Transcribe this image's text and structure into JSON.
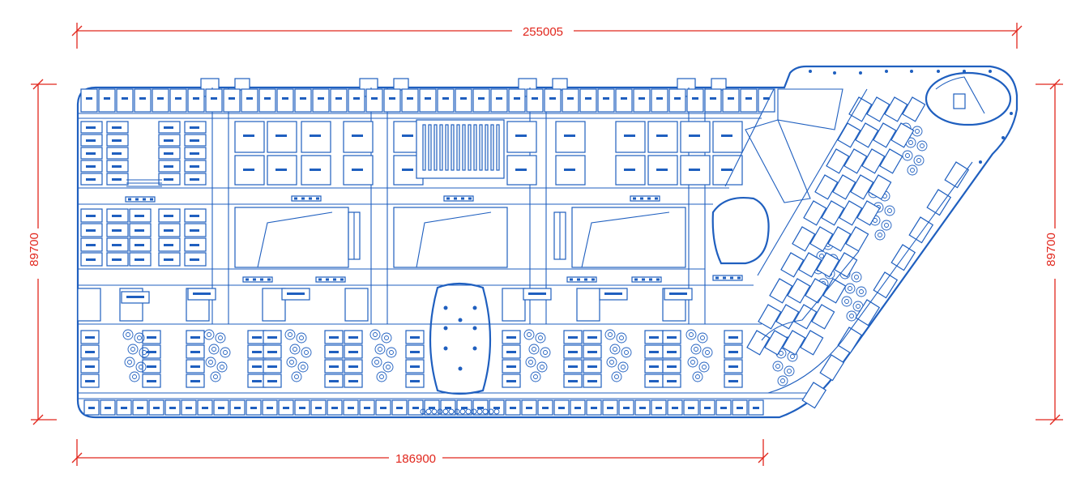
{
  "dimensions": {
    "total_length": "255005",
    "base_length": "186900",
    "height_left": "89700",
    "height_right": "89700"
  },
  "colors": {
    "dimension": "#e1261c",
    "linework": "#1f5fbf",
    "background": "#ffffff"
  }
}
